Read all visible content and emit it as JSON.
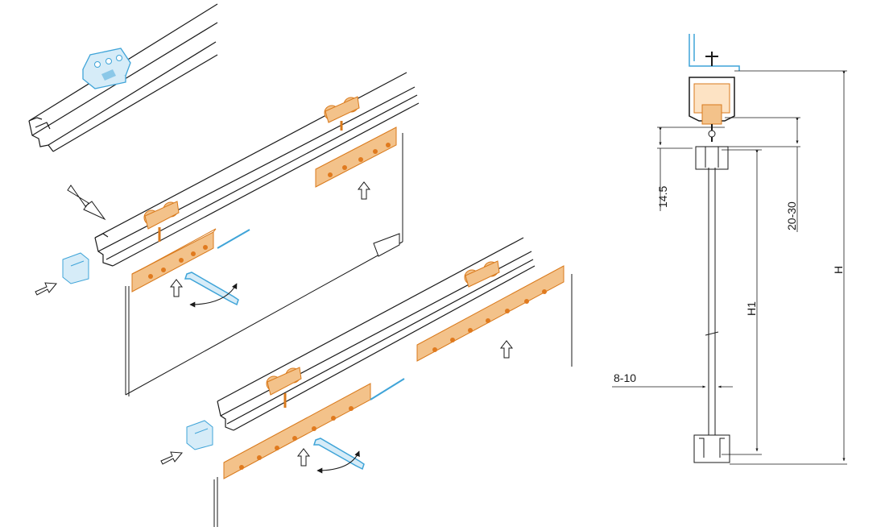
{
  "colors": {
    "line": "#1a1a1a",
    "fitting_fill": "#f3c28a",
    "fitting_stroke": "#d97a1c",
    "bracket": "#3fa4d8",
    "bracket_fill": "#d6ecf8",
    "hole": "#e07a1e"
  },
  "icons": [
    "ceiling-bracket-icon",
    "rail-profile-icon",
    "roller-carriage-icon",
    "clamp-plate-icon",
    "glass-panel-icon",
    "floor-guide-icon",
    "wrench-icon",
    "insert-arrow-icon",
    "lift-arrow-icon",
    "rotate-arrow-icon"
  ],
  "dimensions": {
    "top_gap": "14.5",
    "clearance": "20-30",
    "h1": "H1",
    "h": "H",
    "glass_thickness": "8-10"
  }
}
